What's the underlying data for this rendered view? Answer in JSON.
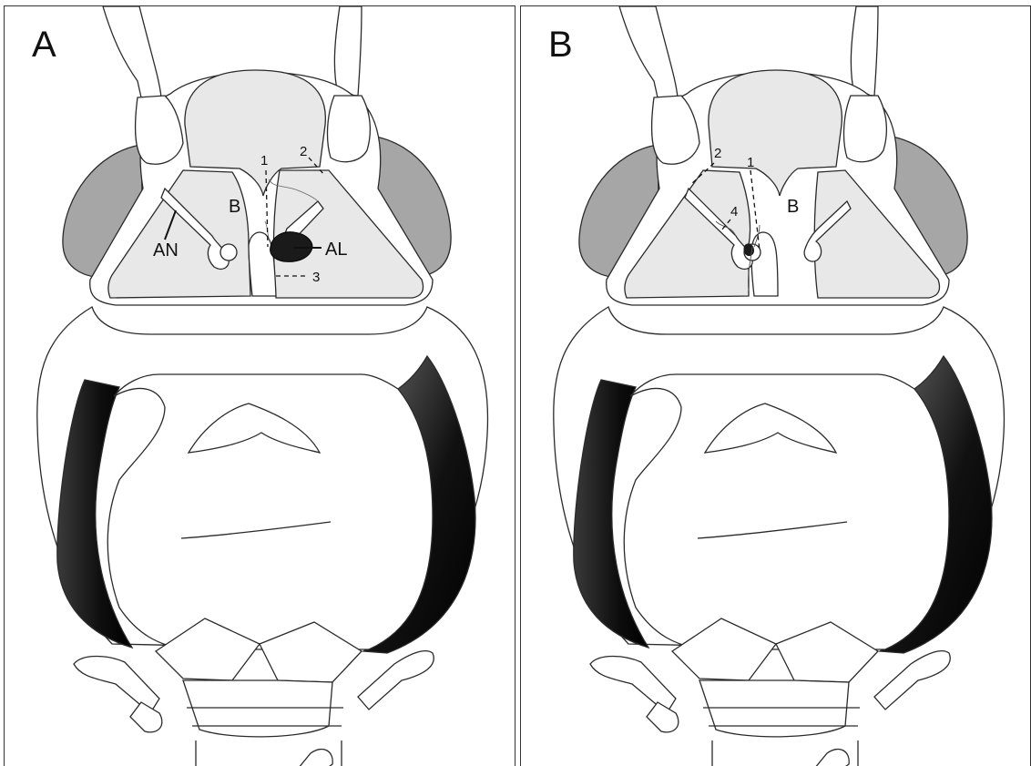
{
  "panels": [
    {
      "letter": "A",
      "labels": {
        "brain": "B",
        "nerve": "AN",
        "lobe": "AL",
        "n1": "1",
        "n2": "2",
        "n3": "3"
      }
    },
    {
      "letter": "B",
      "labels": {
        "brain": "B",
        "n1": "1",
        "n2": "2",
        "n4": "4"
      }
    }
  ],
  "colors": {
    "outline": "#2a2a2a",
    "brain_fill": "#e8e8e8",
    "eye_fill": "#a6a6a6",
    "muscle_dark": "#111111",
    "lobe_fill": "#1a1a1a"
  }
}
